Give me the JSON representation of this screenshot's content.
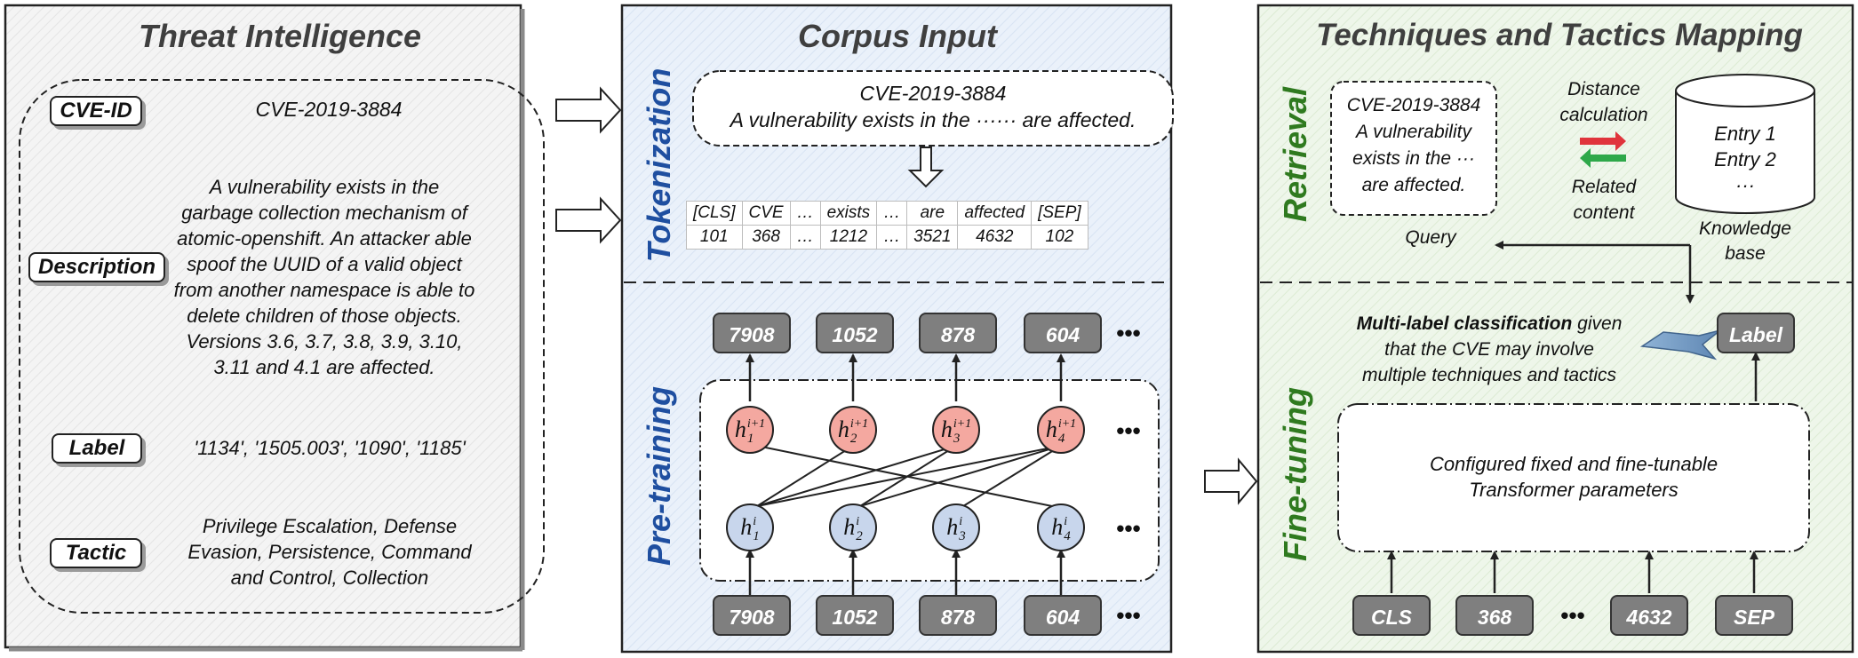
{
  "colors": {
    "panel_gray": "#f2f2f2",
    "panel_blue": "#e6eef8",
    "panel_green": "#e8f3e2",
    "node_red": "#f4a8a0",
    "node_blue": "#c8d6ec",
    "token_gray": "#7f7f7f",
    "label_blue": "#1f4fa0",
    "label_green": "#2f7a1f"
  },
  "threat": {
    "title": "Threat Intelligence",
    "cve_key": "CVE-ID",
    "cve_value": "CVE-2019-3884",
    "description_key": "Description",
    "description_lines": [
      "A vulnerability exists in the",
      "garbage collection mechanism of",
      "atomic-openshift. An attacker able",
      "spoof the UUID of a valid object",
      "from another namespace is able to",
      "delete children of those objects.",
      "Versions 3.6, 3.7, 3.8, 3.9, 3.10,",
      "3.11 and 4.1 are affected."
    ],
    "label_key": "Label",
    "label_value": "'1134', '1505.003', '1090', '1185'",
    "tactic_key": "Tactic",
    "tactic_lines": [
      "Privilege Escalation, Defense",
      "Evasion, Persistence, Command",
      "and Control, Collection"
    ]
  },
  "corpus": {
    "title": "Corpus Input",
    "tokenization_label": "Tokenization",
    "pretraining_label": "Pre-training",
    "input_line1": "CVE-2019-3884",
    "input_line2": "A vulnerability exists in the ······ are affected.",
    "token_table": {
      "tokens": [
        "[CLS]",
        "CVE",
        "…",
        "exists",
        "…",
        "are",
        "affected",
        "[SEP]"
      ],
      "ids": [
        "101",
        "368",
        "…",
        "1212",
        "…",
        "3521",
        "4632",
        "102"
      ]
    },
    "output_tokens": [
      "7908",
      "1052",
      "878",
      "604"
    ],
    "input_tokens": [
      "7908",
      "1052",
      "878",
      "604"
    ],
    "ellipsis": "•••",
    "upper_nodes": [
      {
        "base": "h",
        "sub": "1",
        "sup": "i+1"
      },
      {
        "base": "h",
        "sub": "2",
        "sup": "i+1"
      },
      {
        "base": "h",
        "sub": "3",
        "sup": "i+1"
      },
      {
        "base": "h",
        "sub": "4",
        "sup": "i+1"
      }
    ],
    "lower_nodes": [
      {
        "base": "h",
        "sub": "1",
        "sup": "i"
      },
      {
        "base": "h",
        "sub": "2",
        "sup": "i"
      },
      {
        "base": "h",
        "sub": "3",
        "sup": "i"
      },
      {
        "base": "h",
        "sub": "4",
        "sup": "i"
      }
    ]
  },
  "mapping": {
    "title": "Techniques and Tactics Mapping",
    "retrieval_label": "Retrieval",
    "finetuning_label": "Fine-tuning",
    "query_lines": [
      "CVE-2019-3884",
      "A vulnerability",
      "exists in the ···",
      "are affected."
    ],
    "distance_lines": [
      "Distance",
      "calculation"
    ],
    "related_lines": [
      "Related",
      "content"
    ],
    "kb_entries": [
      "Entry 1",
      "Entry 2",
      "···"
    ],
    "kb_caption_lines": [
      "Knowledge",
      "base"
    ],
    "query_label": "Query",
    "label_token": "Label",
    "multilabel_bold": "Multi-label classification",
    "multilabel_rest1": " given",
    "multilabel_line2": "that the CVE may involve",
    "multilabel_line3": "multiple techniques and tactics",
    "transformer_lines": [
      "Configured fixed and fine-tunable",
      "Transformer parameters"
    ],
    "bottom_tokens": [
      "CLS",
      "368",
      "4632",
      "SEP"
    ],
    "bottom_ellipsis": "•••"
  }
}
